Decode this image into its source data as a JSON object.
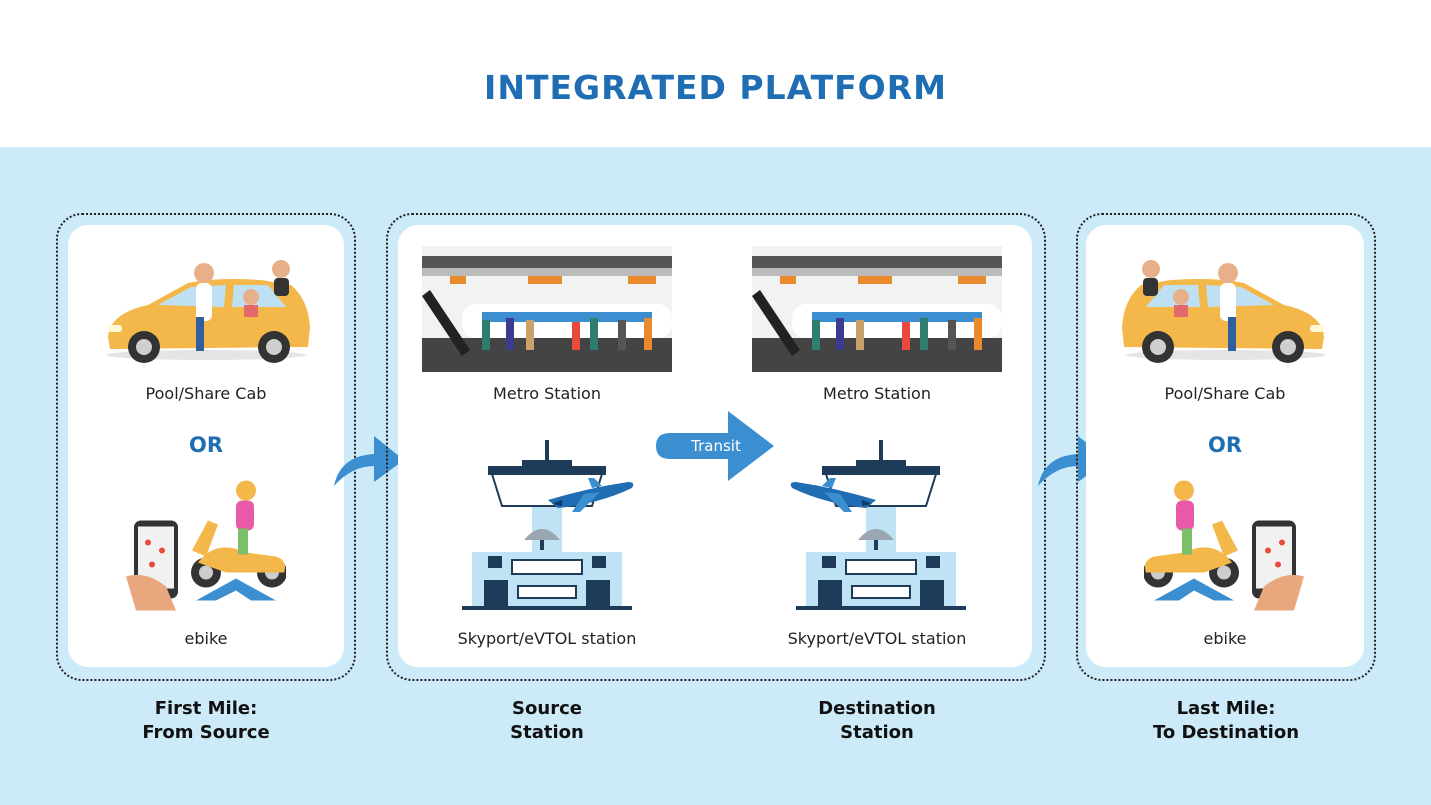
{
  "title": "INTEGRATED PLATFORM",
  "colors": {
    "accent": "#1f6db3",
    "band": "#cdeaf8",
    "arrow": "#3b8fd1"
  },
  "first_mile": {
    "cab_label": "Pool/Share Cab",
    "or_label": "OR",
    "ebike_label": "ebike",
    "caption_line1": "First Mile:",
    "caption_line2": "From Source"
  },
  "source_station": {
    "metro_label": "Metro Station",
    "skyport_label": "Skyport/eVTOL station",
    "caption_line1": "Source",
    "caption_line2": "Station"
  },
  "transit_label": "Transit",
  "destination_station": {
    "metro_label": "Metro Station",
    "skyport_label": "Skyport/eVTOL station",
    "caption_line1": "Destination",
    "caption_line2": "Station"
  },
  "last_mile": {
    "cab_label": "Pool/Share Cab",
    "or_label": "OR",
    "ebike_label": "ebike",
    "caption_line1": "Last Mile:",
    "caption_line2": "To Destination"
  },
  "icons": [
    "share-cab-illustration",
    "ebike-illustration",
    "metro-station-illustration",
    "skyport-tower-illustration",
    "airplane-icon",
    "curved-arrow-icon",
    "transit-arrow-icon"
  ]
}
